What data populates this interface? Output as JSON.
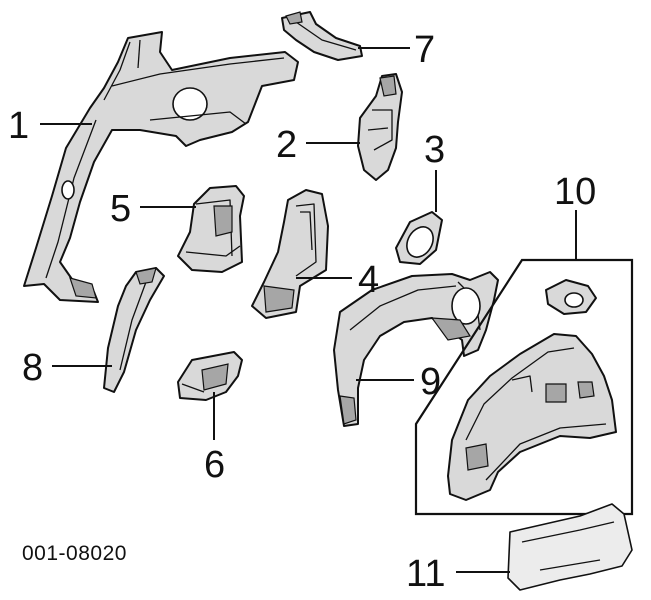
{
  "figure_code": "001-08020",
  "callouts": {
    "c1": "1",
    "c2": "2",
    "c3": "3",
    "c4": "4",
    "c5": "5",
    "c6": "6",
    "c7": "7",
    "c8": "8",
    "c9": "9",
    "c10": "10",
    "c11": "11"
  }
}
